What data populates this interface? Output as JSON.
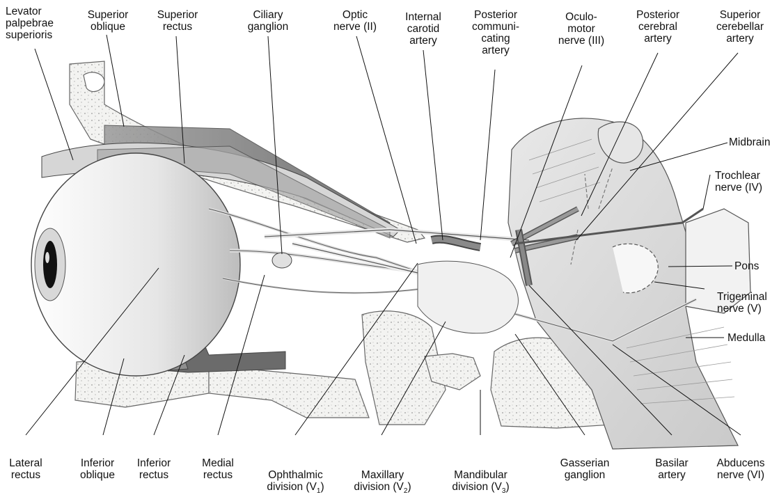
{
  "labels": {
    "levator": "Levator\npalpebrae\nsuperioris",
    "superior_oblique": "Superior\noblique",
    "superior_rectus": "Superior\nrectus",
    "ciliary_ganglion": "Ciliary\nganglion",
    "optic_nerve": "Optic\nnerve (II)",
    "internal_carotid": "Internal\ncarotid\nartery",
    "posterior_communicating": "Posterior\ncommuni-\ncating\nartery",
    "oculomotor": "Oculo-\nmotor\nnerve (III)",
    "posterior_cerebral": "Posterior\ncerebral\nartery",
    "superior_cerebellar": "Superior\ncerebellar\nartery",
    "midbrain": "Midbrain",
    "trochlear": "Trochlear\nnerve (IV)",
    "pons": "Pons",
    "trigeminal": "Trigeminal\nnerve (V)",
    "medulla": "Medulla",
    "lateral_rectus": "Lateral\nrectus",
    "inferior_oblique": "Inferior\noblique",
    "inferior_rectus": "Inferior\nrectus",
    "medial_rectus": "Medial\nrectus",
    "ophthalmic": {
      "line1": "Ophthalmic",
      "line2": "division (V",
      "sub": "1",
      "close": ")"
    },
    "maxillary": {
      "line1": "Maxillary",
      "line2": "division (V",
      "sub": "2",
      "close": ")"
    },
    "mandibular": {
      "line1": "Mandibular",
      "line2": "division (V",
      "sub": "3",
      "close": ")"
    },
    "gasserian": "Gasserian\nganglion",
    "basilar": "Basilar\nartery",
    "abducens": "Abducens\nnerve (VI)"
  }
}
